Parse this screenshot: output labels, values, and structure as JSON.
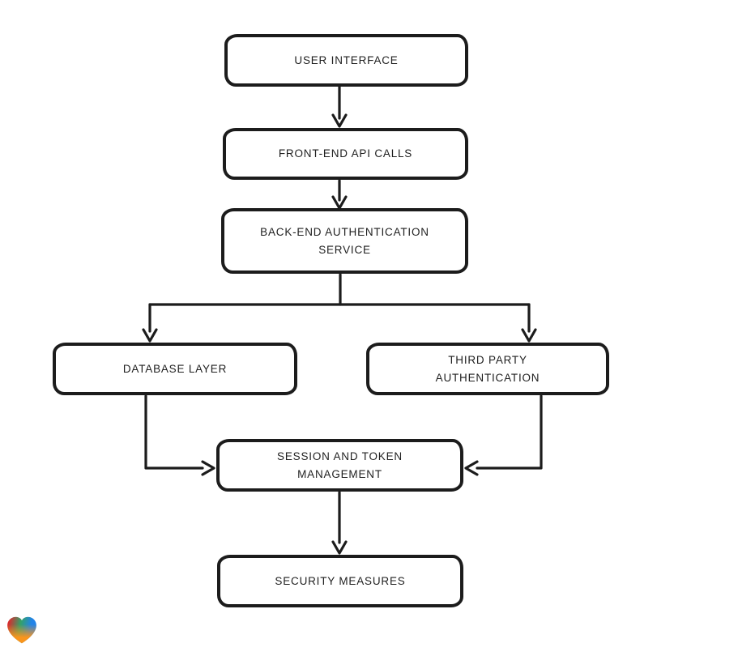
{
  "diagram": {
    "title": "Authentication architecture flowchart",
    "background_color": "#ffffff",
    "stroke_color": "#1c1c1c",
    "node_fill_color": "#ffffff",
    "nodes": [
      {
        "id": "user-interface",
        "label": "USER INTERFACE"
      },
      {
        "id": "front-end-api-calls",
        "label": "FRONT-END API CALLS"
      },
      {
        "id": "back-end-authentication-service",
        "label": "BACK-END AUTHENTICATION SERVICE"
      },
      {
        "id": "database-layer",
        "label": "DATABASE LAYER"
      },
      {
        "id": "third-party-authentication",
        "label": "THIRD PARTY AUTHENTICATION"
      },
      {
        "id": "session-and-token-management",
        "label": "SESSION AND TOKEN MANAGEMENT"
      },
      {
        "id": "security-measures",
        "label": "SECURITY MEASURES"
      }
    ],
    "edges": [
      {
        "from": "user-interface",
        "to": "front-end-api-calls"
      },
      {
        "from": "front-end-api-calls",
        "to": "back-end-authentication-service"
      },
      {
        "from": "back-end-authentication-service",
        "to": "database-layer"
      },
      {
        "from": "back-end-authentication-service",
        "to": "third-party-authentication"
      },
      {
        "from": "database-layer",
        "to": "session-and-token-management"
      },
      {
        "from": "third-party-authentication",
        "to": "session-and-token-management"
      },
      {
        "from": "session-and-token-management",
        "to": "security-measures"
      }
    ]
  },
  "branding": {
    "logo_icon": "gradient-heart-icon",
    "logo_colors": {
      "red": "#e2242b",
      "teal": "#33a169",
      "blue": "#2283e8",
      "orange": "#f9951c"
    }
  }
}
